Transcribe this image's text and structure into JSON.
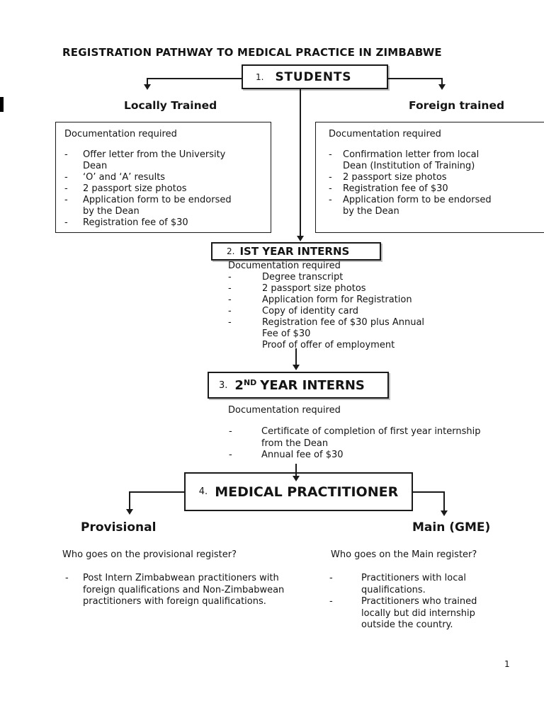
{
  "page": {
    "title": "REGISTRATION PATHWAY TO MEDICAL PRACTICE IN ZIMBABWE",
    "page_number": "1",
    "bullet_dash": "-"
  },
  "students": {
    "number": "1.",
    "label": "STUDENTS"
  },
  "branches": {
    "left": "Locally Trained",
    "right": "Foreign trained"
  },
  "locally_trained_box": {
    "heading": "Documentation required",
    "items": [
      "Offer letter from the University\nDean",
      "‘O’ and ‘A’ results",
      "2 passport size photos",
      "Application form to be endorsed\nby the Dean",
      "Registration fee of $30"
    ]
  },
  "foreign_trained_box": {
    "heading": "Documentation required",
    "items": [
      "Confirmation letter from local\nDean (Institution of Training)",
      "2 passport size photos",
      "Registration fee of $30",
      "Application form to be endorsed\nby the Dean"
    ]
  },
  "first_year": {
    "number": "2.",
    "label": "IST YEAR INTERNS",
    "heading": "Documentation required",
    "items": [
      "Degree transcript",
      "2 passport size photos",
      "Application form for Registration",
      "Copy of identity card",
      "Registration fee of $30 plus Annual\nFee of $30\nProof of offer of employment"
    ]
  },
  "second_year": {
    "number": "3.",
    "label_base": "2",
    "label_sup": "ND",
    "label_rest": "YEAR INTERNS",
    "heading": "Documentation required",
    "items": [
      "Certificate of completion of first year internship\nfrom the Dean",
      "Annual fee of $30"
    ]
  },
  "practitioner": {
    "number": "4.",
    "label": "MEDICAL PRACTITIONER"
  },
  "registers": {
    "left_label": "Provisional",
    "right_label": "Main (GME)",
    "left_question": "Who goes on the provisional register?",
    "right_question": "Who goes on the Main register?",
    "left_items": [
      "Post Intern Zimbabwean practitioners with\nforeign qualifications and Non-Zimbabwean\npractitioners with foreign qualifications."
    ],
    "right_items": [
      "Practitioners with local\nqualifications.",
      "Practitioners who trained\nlocally but did internship\noutside the country."
    ]
  }
}
